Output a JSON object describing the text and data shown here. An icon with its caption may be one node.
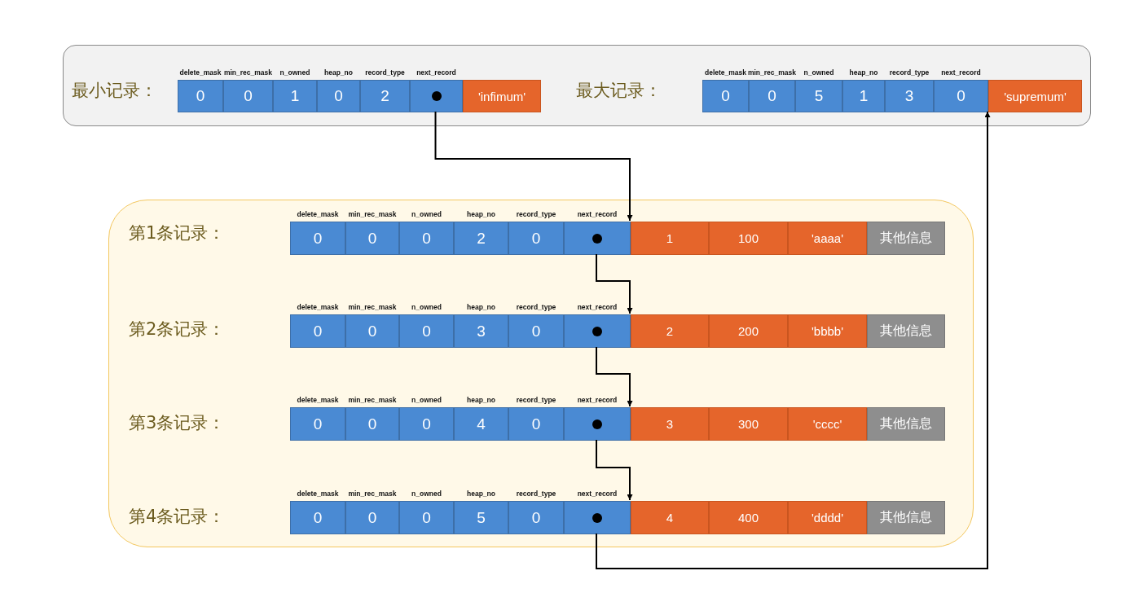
{
  "diagram": {
    "nodes": [
      {
        "text": [],
        "shape": "box"
      },
      {
        "text": [
          "delete_mask",
          "0"
        ],
        "in": 0
      },
      {
        "text": [
          "min_rec_mask",
          "0"
        ],
        "in": 0
      },
      {
        "text": [
          "n_owned",
          "1"
        ],
        "in": 0
      },
      {
        "text": [
          "heap_no",
          "0"
        ],
        "in": 0
      },
      {
        "text": [
          "record_type",
          "2"
        ],
        "in": 0
      },
      {
        "text": [
          "next_record"
        ],
        "in": 0
      },
      {
        "text": [
          "'infimum'"
        ],
        "in": 0
      },
      {
        "text": [
          "delete_mask",
          "0"
        ],
        "in": 0
      },
      {
        "text": [
          "min_rec_mask",
          "0"
        ],
        "in": 0
      },
      {
        "text": [
          "n_owned",
          "5"
        ],
        "in": 0
      },
      {
        "text": [
          "heap_no",
          "1"
        ],
        "in": 0
      },
      {
        "text": [
          "record_type",
          "3"
        ],
        "in": 0
      },
      {
        "text": [
          "next_record",
          "0"
        ],
        "in": 0
      },
      {
        "text": [
          "'supremum'"
        ],
        "in": 0
      },
      {
        "text": [],
        "shape": "box"
      },
      {
        "text": [
          "delete_mask",
          "0"
        ],
        "in": 15
      },
      {
        "text": [
          "min_rec_mask",
          "0"
        ],
        "in": 15
      },
      {
        "text": [
          "n_owned",
          "0"
        ],
        "in": 15
      },
      {
        "text": [
          "heap_no",
          "2"
        ],
        "in": 15
      },
      {
        "text": [
          "record_type",
          "0"
        ],
        "in": 15
      },
      {
        "text": [
          "next_record"
        ],
        "in": 15
      },
      {
        "text": [
          "1"
        ],
        "in": 15
      },
      {
        "text": [
          "100"
        ],
        "in": 15
      },
      {
        "text": [
          "'aaaa'"
        ],
        "in": 15
      },
      {
        "text": [
          "其他信息"
        ],
        "in": 15
      },
      {
        "text": [
          "delete_mask",
          "0"
        ],
        "in": 15
      },
      {
        "text": [
          "min_rec_mask",
          "0"
        ],
        "in": 15
      },
      {
        "text": [
          "n_owned",
          "0"
        ],
        "in": 15
      },
      {
        "text": [
          "heap_no",
          "3"
        ],
        "in": 15
      },
      {
        "text": [
          "record_type",
          "0"
        ],
        "in": 15
      },
      {
        "text": [
          "next_record"
        ],
        "in": 15
      },
      {
        "text": [
          "2"
        ],
        "in": 15
      },
      {
        "text": [
          "200"
        ],
        "in": 15
      },
      {
        "text": [
          "'bbbb'"
        ],
        "in": 15
      },
      {
        "text": [
          "其他信息"
        ],
        "in": 15
      },
      {
        "text": [
          "delete_mask",
          "0"
        ],
        "in": 15
      },
      {
        "text": [
          "min_rec_mask",
          "0"
        ],
        "in": 15
      },
      {
        "text": [
          "n_owned",
          "0"
        ],
        "in": 15
      },
      {
        "text": [
          "heap_no",
          "4"
        ],
        "in": 15
      },
      {
        "text": [
          "record_type",
          "0"
        ],
        "in": 15
      },
      {
        "text": [
          "next_record"
        ],
        "in": 15
      },
      {
        "text": [
          "3"
        ],
        "in": 15
      },
      {
        "text": [
          "300"
        ],
        "in": 15
      },
      {
        "text": [
          "'cccc'"
        ],
        "in": 15
      },
      {
        "text": [
          "其他信息"
        ],
        "in": 15
      },
      {
        "text": [
          "delete_mask",
          "0"
        ],
        "in": 15
      },
      {
        "text": [
          "min_rec_mask",
          "0"
        ],
        "in": 15
      },
      {
        "text": [
          "n_owned",
          "0"
        ],
        "in": 15
      },
      {
        "text": [
          "heap_no",
          "5"
        ],
        "in": 15
      },
      {
        "text": [
          "record_type",
          "0"
        ],
        "in": 15
      },
      {
        "text": [
          "next_record"
        ],
        "in": 15
      },
      {
        "text": [
          "4"
        ],
        "in": 15
      },
      {
        "text": [
          "400"
        ],
        "in": 15
      },
      {
        "text": [
          "'dddd'"
        ],
        "in": 15
      },
      {
        "text": [
          "其他信息"
        ],
        "in": 15
      }
    ],
    "edges": [
      {
        "from": 6,
        "to": 22,
        "arrow": "to"
      },
      {
        "from": 21,
        "to": 32,
        "arrow": "to"
      },
      {
        "from": 31,
        "to": 42,
        "arrow": "to"
      },
      {
        "from": 41,
        "to": 52,
        "arrow": "to"
      },
      {
        "from": 51,
        "to": 14,
        "arrow": "to"
      }
    ],
    "labels": [
      "最小记录：",
      "最大记录：",
      "第1条记录：",
      "第2条记录：",
      "第3条记录：",
      "第4条记录："
    ]
  }
}
